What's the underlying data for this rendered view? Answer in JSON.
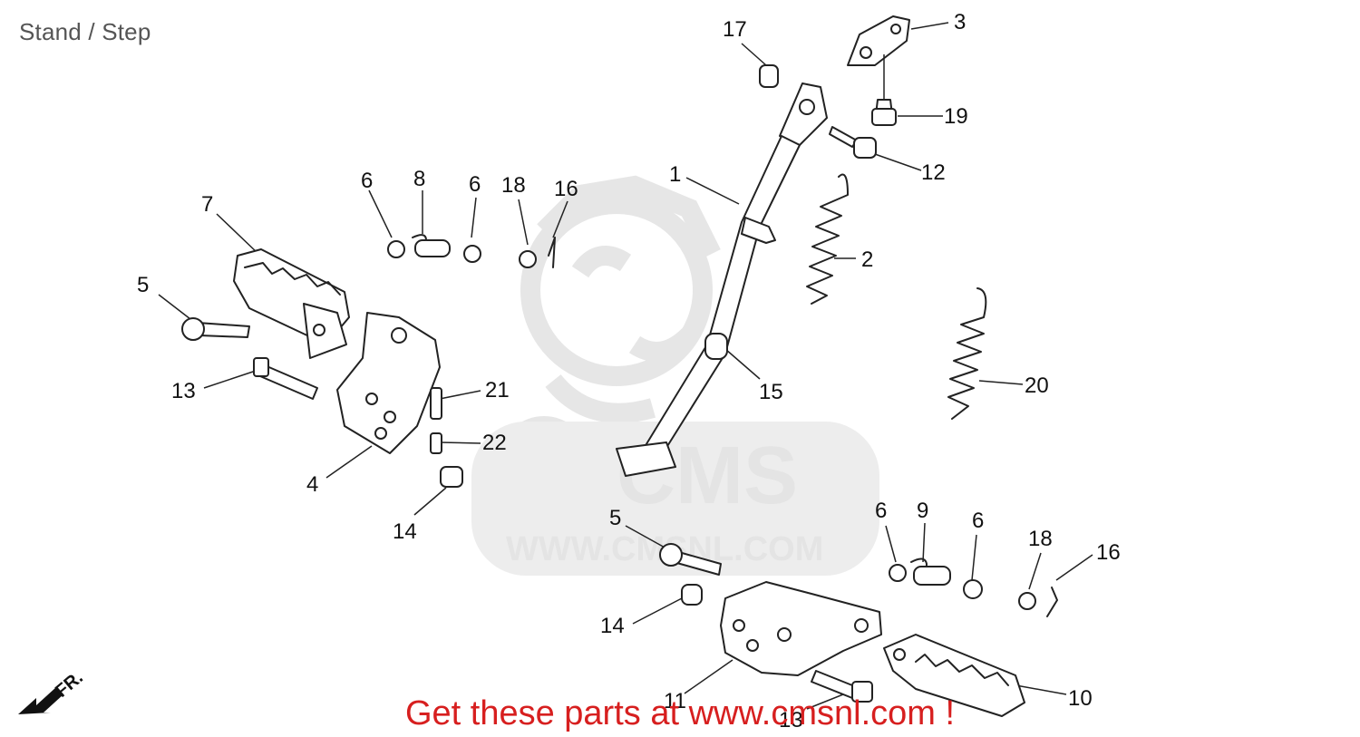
{
  "page": {
    "title": "Stand / Step"
  },
  "watermark": {
    "logo_text": "CMS",
    "url_text": "WWW.CMSNL.COM"
  },
  "direction_marker": "FR.",
  "footer": {
    "text": "Get these parts at www.cmsnl.com !",
    "color": "#d71f1f"
  },
  "callouts": [
    {
      "id": "c1",
      "label": "1"
    },
    {
      "id": "c2",
      "label": "2"
    },
    {
      "id": "c3",
      "label": "3"
    },
    {
      "id": "c4",
      "label": "4"
    },
    {
      "id": "c5a",
      "label": "5"
    },
    {
      "id": "c5b",
      "label": "5"
    },
    {
      "id": "c6a",
      "label": "6"
    },
    {
      "id": "c6b",
      "label": "6"
    },
    {
      "id": "c6c",
      "label": "6"
    },
    {
      "id": "c6d",
      "label": "6"
    },
    {
      "id": "c7",
      "label": "7"
    },
    {
      "id": "c8",
      "label": "8"
    },
    {
      "id": "c9",
      "label": "9"
    },
    {
      "id": "c10",
      "label": "10"
    },
    {
      "id": "c11",
      "label": "11"
    },
    {
      "id": "c12",
      "label": "12"
    },
    {
      "id": "c13a",
      "label": "13"
    },
    {
      "id": "c13b",
      "label": "13"
    },
    {
      "id": "c14a",
      "label": "14"
    },
    {
      "id": "c14b",
      "label": "14"
    },
    {
      "id": "c15",
      "label": "15"
    },
    {
      "id": "c16a",
      "label": "16"
    },
    {
      "id": "c16b",
      "label": "16"
    },
    {
      "id": "c17",
      "label": "17"
    },
    {
      "id": "c18a",
      "label": "18"
    },
    {
      "id": "c18b",
      "label": "18"
    },
    {
      "id": "c19",
      "label": "19"
    },
    {
      "id": "c20",
      "label": "20"
    },
    {
      "id": "c21",
      "label": "21"
    },
    {
      "id": "c22",
      "label": "22"
    }
  ]
}
